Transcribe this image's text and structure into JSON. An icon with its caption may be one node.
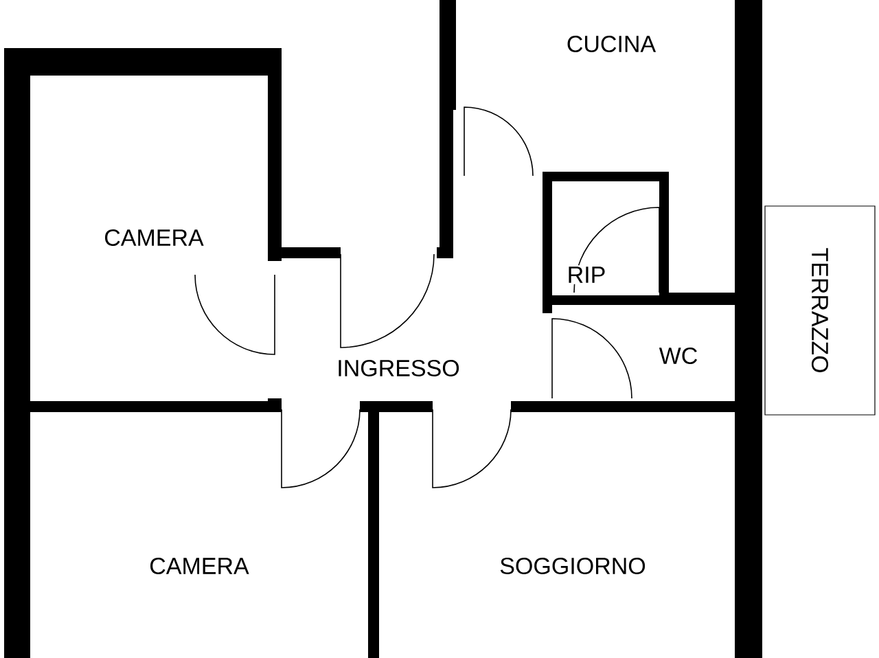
{
  "diagram": {
    "nodes": [
      {
        "text": [
          "TERRAZZO"
        ]
      }
    ],
    "edges": [],
    "labels": [
      "CUCINA",
      "CAMERA",
      "RIP",
      "WC",
      "INGRESSO",
      "CAMERA",
      "SOGGIORNO"
    ]
  }
}
